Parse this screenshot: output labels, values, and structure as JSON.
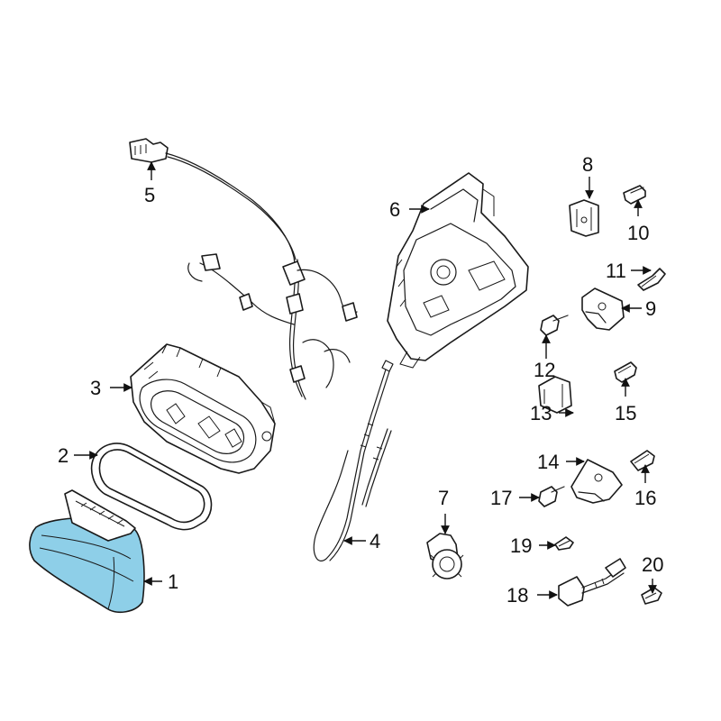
{
  "diagram": {
    "highlight_color": "#8ecfe8",
    "line_color": "#1a1a1a",
    "callouts": [
      {
        "id": "1",
        "label": "1"
      },
      {
        "id": "2",
        "label": "2"
      },
      {
        "id": "3",
        "label": "3"
      },
      {
        "id": "4",
        "label": "4"
      },
      {
        "id": "5",
        "label": "5"
      },
      {
        "id": "6",
        "label": "6"
      },
      {
        "id": "7",
        "label": "7"
      },
      {
        "id": "8",
        "label": "8"
      },
      {
        "id": "9",
        "label": "9"
      },
      {
        "id": "10",
        "label": "10"
      },
      {
        "id": "11",
        "label": "11"
      },
      {
        "id": "12",
        "label": "12"
      },
      {
        "id": "13",
        "label": "13"
      },
      {
        "id": "14",
        "label": "14"
      },
      {
        "id": "15",
        "label": "15"
      },
      {
        "id": "16",
        "label": "16"
      },
      {
        "id": "17",
        "label": "17"
      },
      {
        "id": "18",
        "label": "18"
      },
      {
        "id": "19",
        "label": "19"
      },
      {
        "id": "20",
        "label": "20"
      }
    ]
  }
}
